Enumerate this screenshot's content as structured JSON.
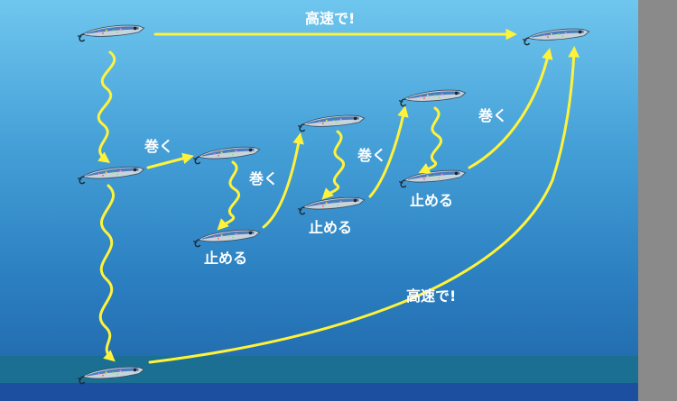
{
  "colors": {
    "arrow": "#fff23a",
    "water_top": "#6fc6ee",
    "water_bottom": "#1e64a8",
    "seabed": "#1b6f93",
    "sidebar": "#8a8a8a",
    "label": "#ffffff"
  },
  "labels": {
    "fast_top": "高速で!",
    "fast_bottom": "高速で!",
    "reel_1": "巻く",
    "reel_2": "巻く",
    "reel_3": "巻く",
    "reel_4": "巻く",
    "stop_1": "止める",
    "stop_2": "止める",
    "stop_3": "止める"
  },
  "icons": {
    "lure": "metal-jig-lure-icon"
  }
}
